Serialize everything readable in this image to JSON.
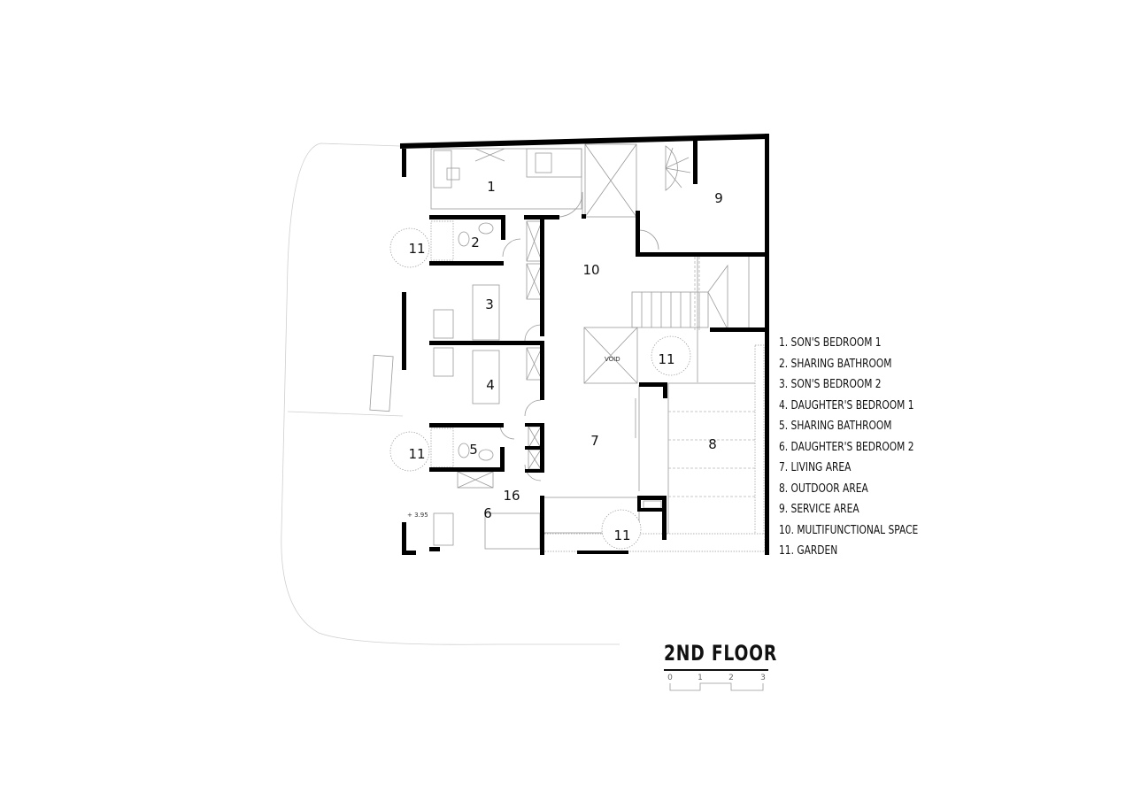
{
  "plan": {
    "title": "2ND FLOOR",
    "scale_labels": [
      "0",
      "1",
      "2",
      "3"
    ],
    "room_labels": {
      "r1": "1",
      "r2": "2",
      "r3": "3",
      "r4": "4",
      "r5": "5",
      "r6": "6",
      "r7": "7",
      "r8": "8",
      "r9": "9",
      "r10": "10",
      "garden_a": "11",
      "garden_b": "11",
      "garden_c": "11",
      "garden_d": "11",
      "r16": "16"
    },
    "level_mark": "+ 3.95",
    "void_label": "VOID",
    "wall_color": "#000000",
    "line_color": "#9a9a9a"
  },
  "legend": {
    "items": [
      "1. SON'S BEDROOM 1",
      "2. SHARING BATHROOM",
      "3. SON'S BEDROOM 2",
      "4. DAUGHTER'S BEDROOM 1",
      "5. SHARING BATHROOM",
      "6. DAUGHTER'S BEDROOM 2",
      "7. LIVING AREA",
      "8. OUTDOOR AREA",
      "9. SERVICE AREA",
      "10. MULTIFUNCTIONAL SPACE",
      "11. GARDEN"
    ]
  }
}
